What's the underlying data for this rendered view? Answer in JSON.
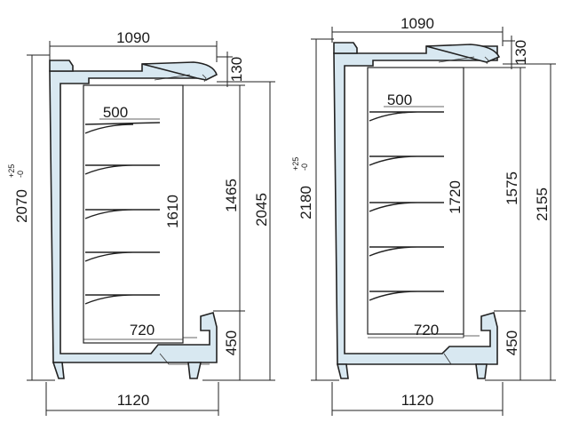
{
  "left_unit": {
    "top_width": "1090",
    "canopy_height": "130",
    "total_height": "2070",
    "tolerance_upper": "+25",
    "tolerance_lower": "-0",
    "opening_height": "1465",
    "overall_height": "2045",
    "shelf_depth_top": "500",
    "shelf_span": "1610",
    "base_depth": "720",
    "base_height": "450",
    "bottom_width": "1120"
  },
  "right_unit": {
    "top_width": "1090",
    "canopy_height": "130",
    "total_height": "2180",
    "tolerance_upper": "+25",
    "tolerance_lower": "-0",
    "opening_height": "1575",
    "overall_height": "2155",
    "shelf_depth_top": "500",
    "shelf_span": "1720",
    "base_depth": "720",
    "base_height": "450",
    "bottom_width": "1120"
  }
}
